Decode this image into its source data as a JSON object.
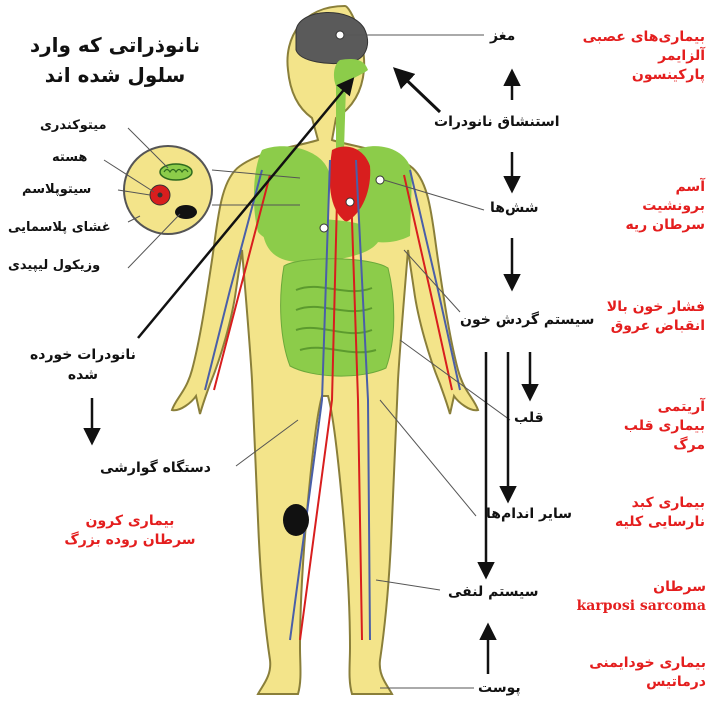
{
  "title": [
    "نانوذراتی که وارد",
    "سلول شده اند"
  ],
  "cell_labels": [
    "میتوکندری",
    "هسته",
    "سیتوپلاسم",
    "غشای پلاسمایی",
    "وزیکول لیپیدی"
  ],
  "ingested": [
    "نانودرات خورده",
    "شده"
  ],
  "digestive": "دستگاه گوارشی",
  "organs": {
    "brain": "مغز",
    "inhalation": "استنشاق نانودرات",
    "lungs": "شش‌ها",
    "circulation": "سیستم گردش خون",
    "heart": "قلب",
    "other_organs": "سایر اندام‌ها",
    "lymph": "سیستم لنفی",
    "skin": "پوست"
  },
  "diseases": {
    "brain": [
      "بیماری‌های عصبی",
      "آلزایمر",
      "پارکینسون"
    ],
    "lungs": [
      "آسم",
      "برونشیت",
      "سرطان ریه"
    ],
    "circulation": [
      "فشار خون بالا",
      "انقباض عروق"
    ],
    "heart": [
      "آریتمی",
      "بیماری قلب",
      "مرگ"
    ],
    "other_organs": [
      "بیماری کبد",
      "نارسایی کلیه"
    ],
    "lymph": [
      "سرطان",
      "karposi sarcoma"
    ],
    "skin": [
      "بیماری خودایمنی",
      "درماتیس"
    ],
    "digestive": [
      "بیماری کرون",
      "سرطان روده بزرگ"
    ]
  },
  "colors": {
    "skin": "#f3e48a",
    "skin_outline": "#8a7f3a",
    "organ_green": "#8ccc4a",
    "heart_red": "#d81e1e",
    "vein_blue": "#4a5fa8",
    "disease_text": "#e41e1e",
    "label_text": "#111111"
  }
}
